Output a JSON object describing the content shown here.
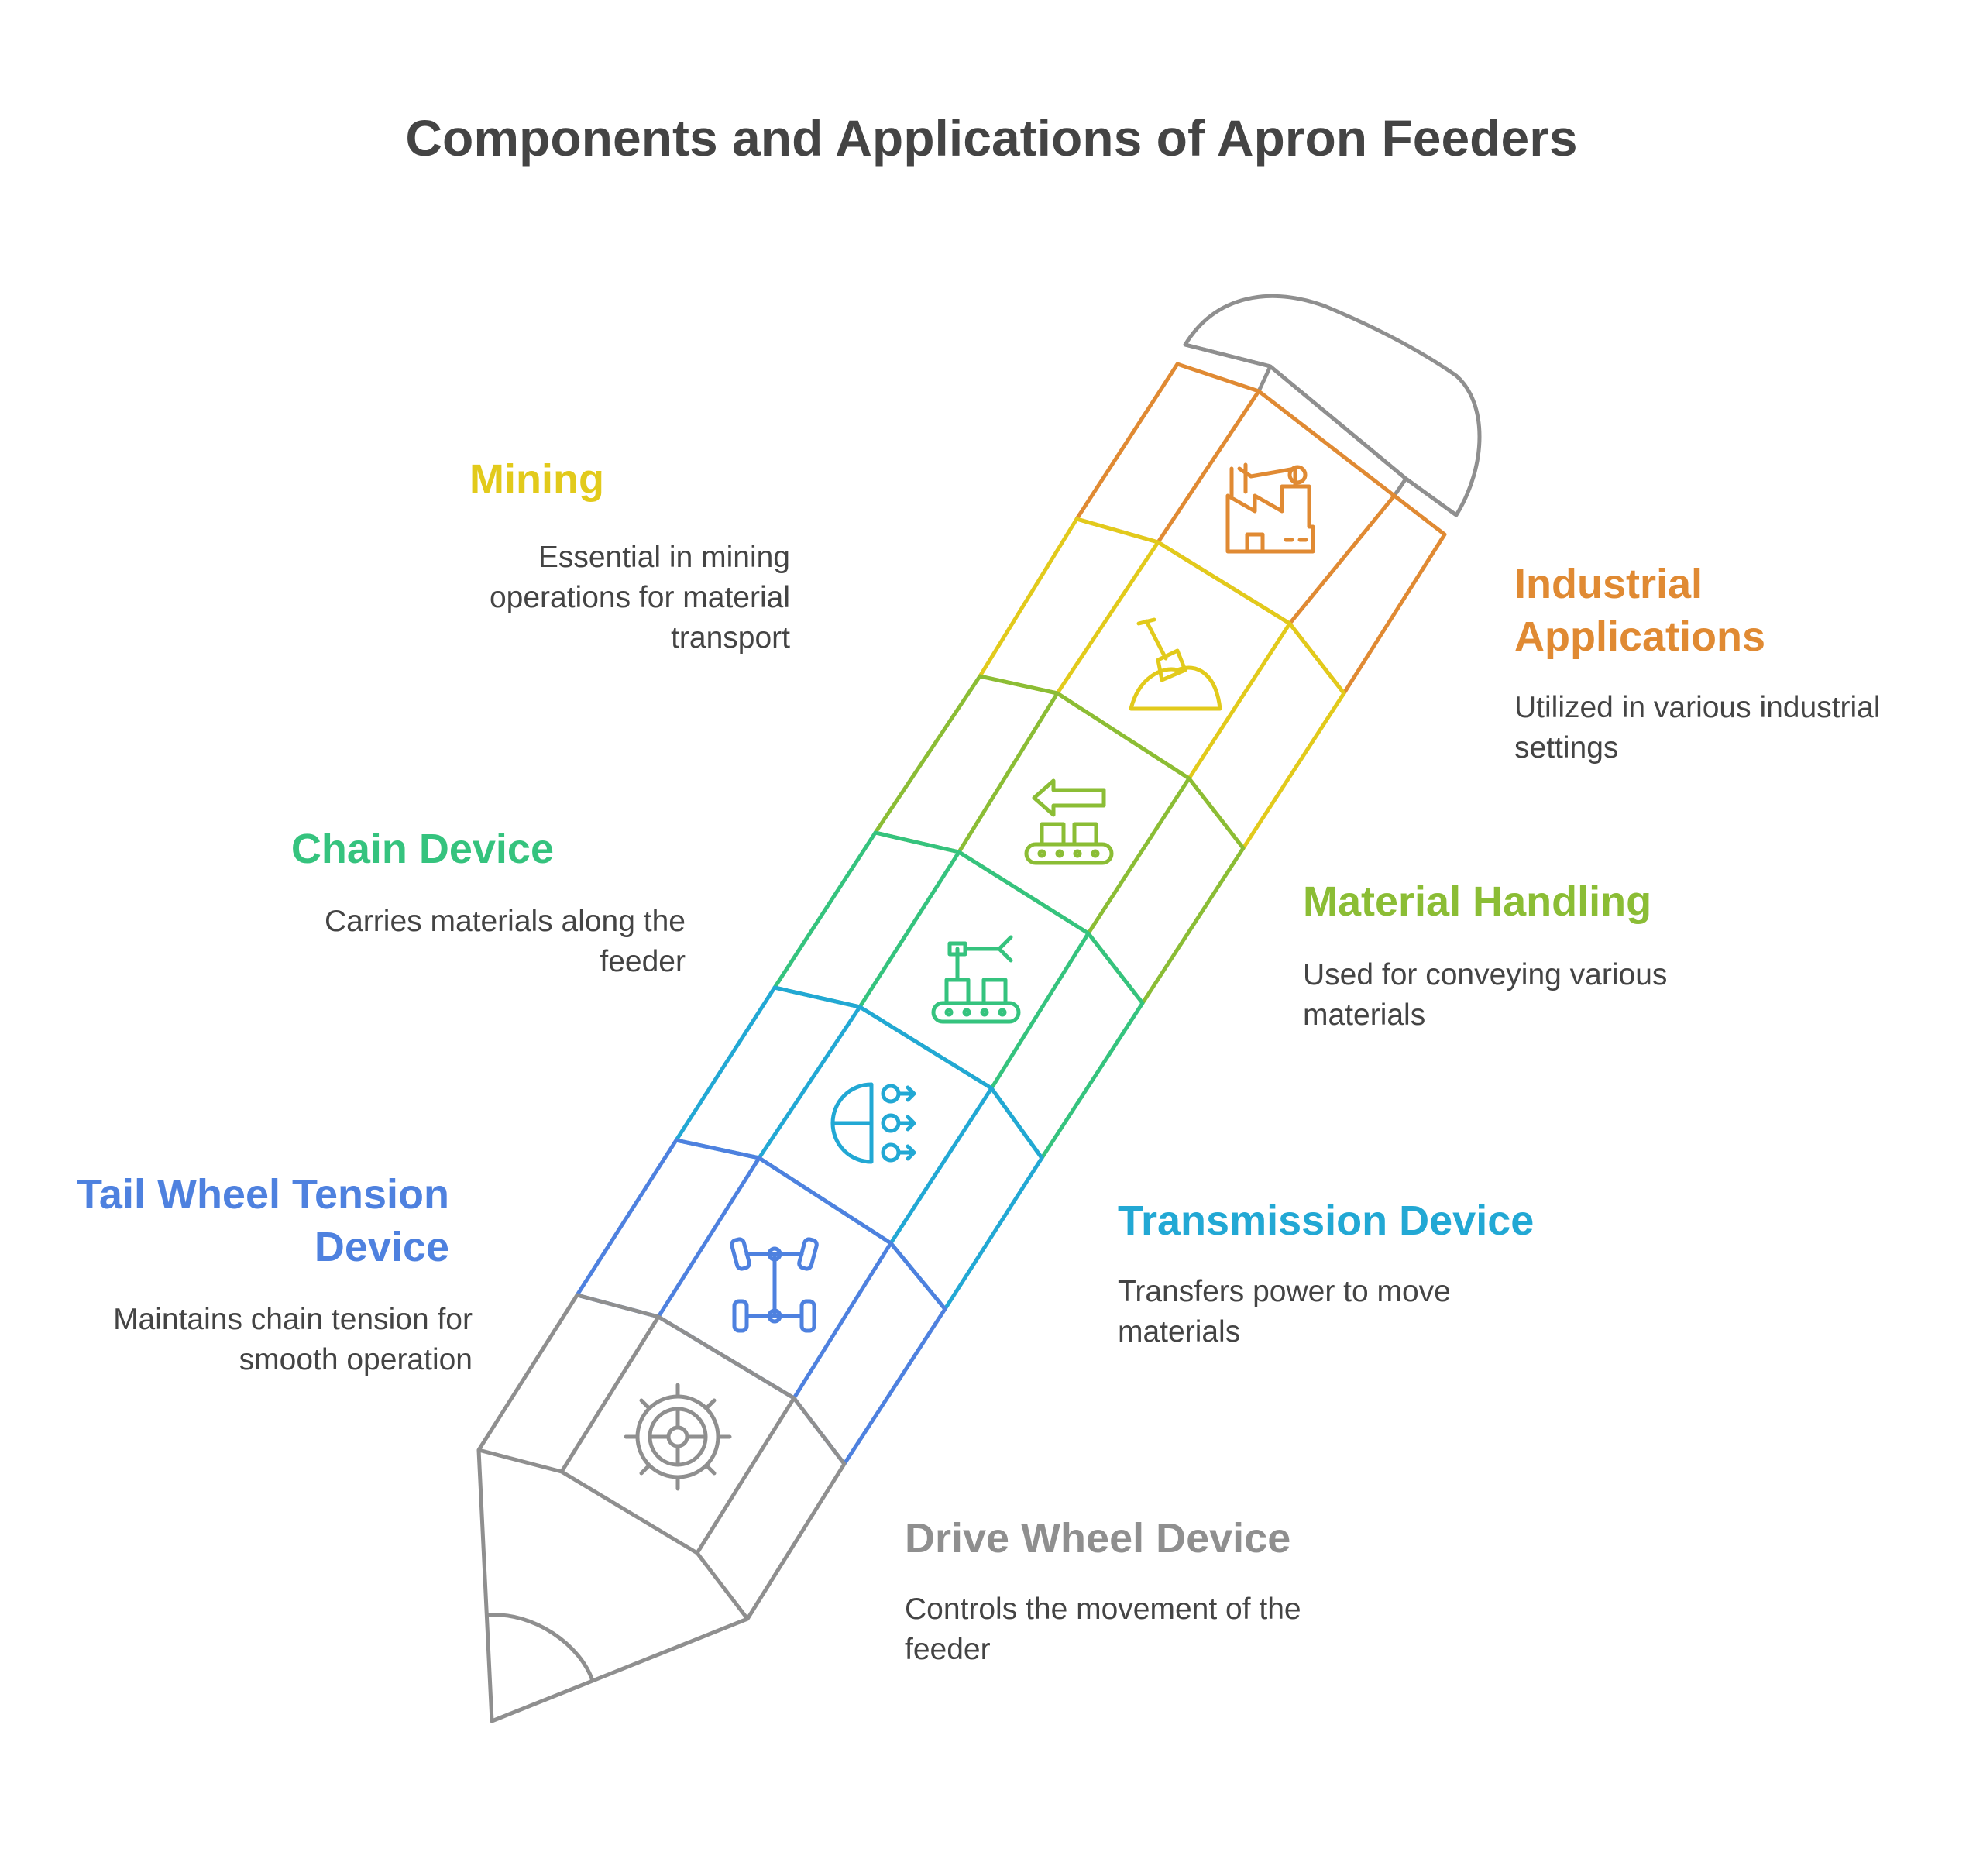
{
  "title": "Components and Applications of Apron Feeders",
  "colors": {
    "outline": "#8F8F8F",
    "industrial": "#E08A33",
    "mining": "#E2CA1B",
    "material_handling": "#8BBD35",
    "chain": "#35C37E",
    "transmission": "#22A8D4",
    "tail_wheel": "#4E81DF",
    "drive_wheel": "#8F8F8F"
  },
  "segments": [
    {
      "key": "industrial",
      "label": "Industrial Applications",
      "description": "Utilized in various industrial settings",
      "icon": "factory-robot-arm-icon"
    },
    {
      "key": "mining",
      "label": "Mining",
      "description": "Essential in mining operations for material transport",
      "icon": "shovel-pile-icon"
    },
    {
      "key": "material_handling",
      "label": "Material Handling",
      "description": "Used for conveying various materials",
      "icon": "conveyor-arrow-icon"
    },
    {
      "key": "chain",
      "label": "Chain Device",
      "description": "Carries materials along the feeder",
      "icon": "robotic-conveyor-icon"
    },
    {
      "key": "transmission",
      "label": "Transmission Device",
      "description": "Transfers power to move materials",
      "icon": "transmission-half-gear-icon"
    },
    {
      "key": "tail_wheel",
      "label": "Tail Wheel Tension Device",
      "description": "Maintains chain tension for smooth operation",
      "icon": "axle-chassis-icon"
    },
    {
      "key": "drive_wheel",
      "label": "Drive Wheel Device",
      "description": "Controls the movement of the feeder",
      "icon": "gear-wheel-icon"
    }
  ]
}
